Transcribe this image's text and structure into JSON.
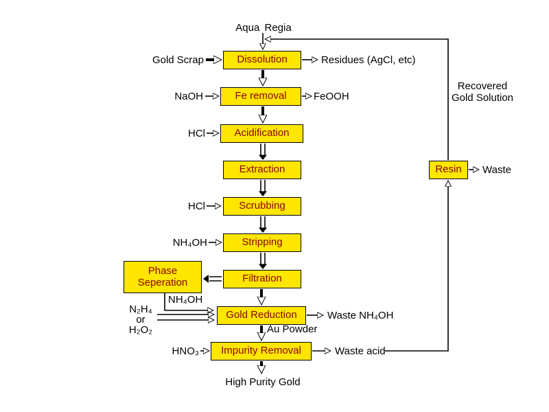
{
  "colors": {
    "box_fill": "#FFE600",
    "box_border": "#000000",
    "box_text": "#8B0000",
    "line_color": "#000000",
    "background": "#FFFFFF"
  },
  "nodes": {
    "dissolution": "Dissolution",
    "fe_removal": "Fe removal",
    "acidification": "Acidification",
    "extraction": "Extraction",
    "scrubbing": "Scrubbing",
    "stripping": "Stripping",
    "filtration": "Filtration",
    "phase_separation_line1": "Phase",
    "phase_separation_line2": "Seperation",
    "gold_reduction": "Gold Reduction",
    "impurity_removal": "Impurity Removal",
    "resin": "Resin"
  },
  "labels": {
    "aqua_regia": "Aqua Regia",
    "gold_scrap": "Gold Scrap",
    "residues": "Residues (AgCl, etc)",
    "naoh": "NaOH",
    "feooh": "FeOOH",
    "hcl_acidification": "HCl",
    "hcl_scrubbing": "HCl",
    "nh4oh_stripping": "NH₄OH",
    "nh4oh_reduction": "NH₄OH",
    "n2h4": "N₂H₄",
    "or": "or",
    "h2o2": "H₂O₂",
    "waste_nh4oh": "Waste NH₄OH",
    "au_powder": "Au Powder",
    "hno3": "HNO₃",
    "waste_acid": "Waste acid",
    "high_purity_gold": "High Purity Gold",
    "recovered_line1": "Recovered",
    "recovered_line2": "Gold Solution",
    "waste": "Waste"
  }
}
